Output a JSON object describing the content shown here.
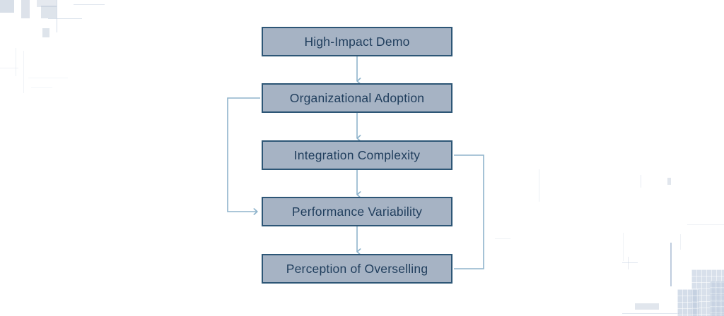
{
  "diagram": {
    "type": "flowchart",
    "orientation": "vertical",
    "title": "",
    "background_color": "#ffffff",
    "node_fill_color": "#a6b3c4",
    "node_border_color": "#2d5676",
    "node_text_color": "#1f3d5c",
    "connector_color": "#8fb4cc",
    "nodes": [
      {
        "id": "high-impact-demo",
        "label": "High-Impact Demo"
      },
      {
        "id": "organizational-adoption",
        "label": "Organizational Adoption"
      },
      {
        "id": "integration-complexity",
        "label": "Integration Complexity"
      },
      {
        "id": "performance-variability",
        "label": "Performance Variability"
      },
      {
        "id": "perception-of-overselling",
        "label": "Perception of Overselling"
      }
    ],
    "edges": [
      {
        "id": "edge-demo-to-adoption",
        "from": "high-impact-demo",
        "to": "organizational-adoption",
        "style": "straight-down",
        "arrow": true
      },
      {
        "id": "edge-adoption-to-complexity",
        "from": "organizational-adoption",
        "to": "integration-complexity",
        "style": "straight-down",
        "arrow": true
      },
      {
        "id": "edge-complexity-to-variability",
        "from": "integration-complexity",
        "to": "performance-variability",
        "style": "straight-down",
        "arrow": true
      },
      {
        "id": "edge-variability-to-overselling",
        "from": "performance-variability",
        "to": "perception-of-overselling",
        "style": "straight-down",
        "arrow": true
      },
      {
        "id": "edge-adoption-to-variability-feedback",
        "from": "organizational-adoption",
        "to": "performance-variability",
        "style": "left-loop",
        "arrow": true
      },
      {
        "id": "edge-complexity-to-overselling-feedback",
        "from": "integration-complexity",
        "to": "perception-of-overselling",
        "style": "right-loop",
        "arrow": false
      }
    ]
  },
  "background": {
    "description": "faint blueprint and city-skyline watermark artifacts",
    "accent_color": "#a9b7cb",
    "line_color": "#c9d4e2"
  }
}
